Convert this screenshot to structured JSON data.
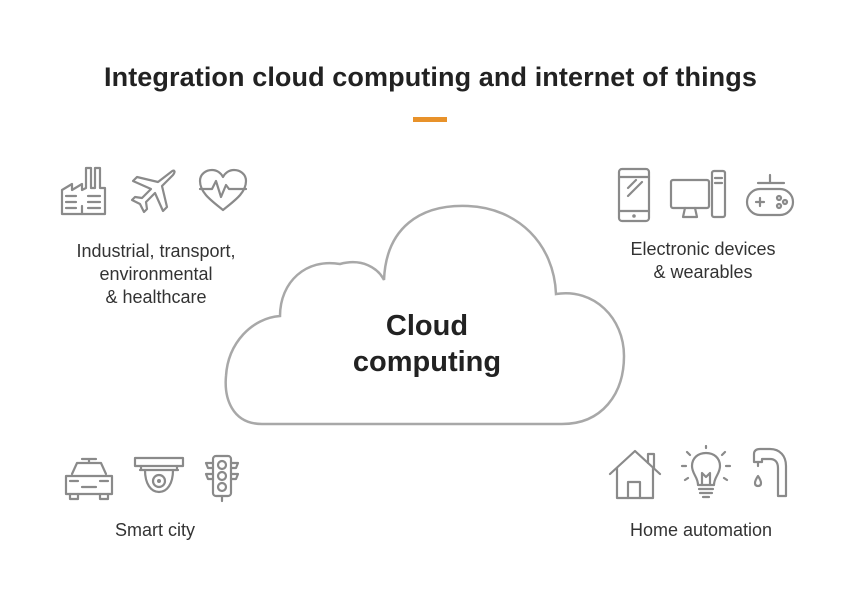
{
  "diagram": {
    "title": "Integration cloud computing and internet of things",
    "accent_color": "#e8922a",
    "center": {
      "line1": "Cloud",
      "line2": "computing"
    },
    "groups": {
      "industrial": {
        "line1": "Industrial, transport,",
        "line2": "environmental",
        "line3": "& healthcare",
        "icons": [
          "factory-icon",
          "airplane-icon",
          "heart-pulse-icon"
        ]
      },
      "electronics": {
        "line1": "Electronic devices",
        "line2": "& wearables",
        "icons": [
          "smartphone-icon",
          "desktop-computer-icon",
          "gamepad-icon"
        ]
      },
      "smart_city": {
        "line1": "Smart city",
        "icons": [
          "car-icon",
          "security-camera-icon",
          "traffic-light-icon"
        ]
      },
      "home": {
        "line1": "Home automation",
        "icons": [
          "house-icon",
          "light-bulb-icon",
          "faucet-icon"
        ]
      }
    }
  }
}
